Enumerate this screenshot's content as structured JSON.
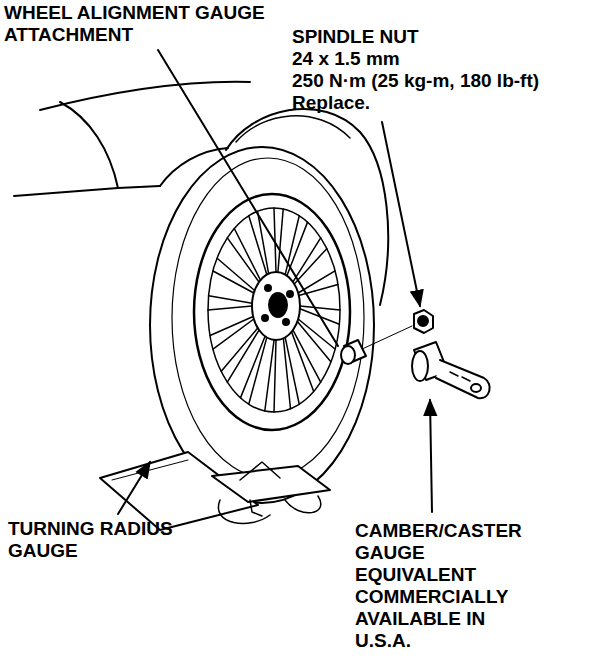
{
  "diagram": {
    "labels": [
      "WHEEL ALIGNMENT GAUGE ATTACHMENT",
      "SPINDLE NUT",
      "24 x 1.5 mm",
      "250 N·m (25 kg-m, 180 lb-ft)",
      "Replace.",
      "TURNING RADIUS GAUGE",
      "CAMBER/CASTER GAUGE EQUIVALENT COMMERCIALLY AVAILABLE IN U.S.A."
    ]
  }
}
